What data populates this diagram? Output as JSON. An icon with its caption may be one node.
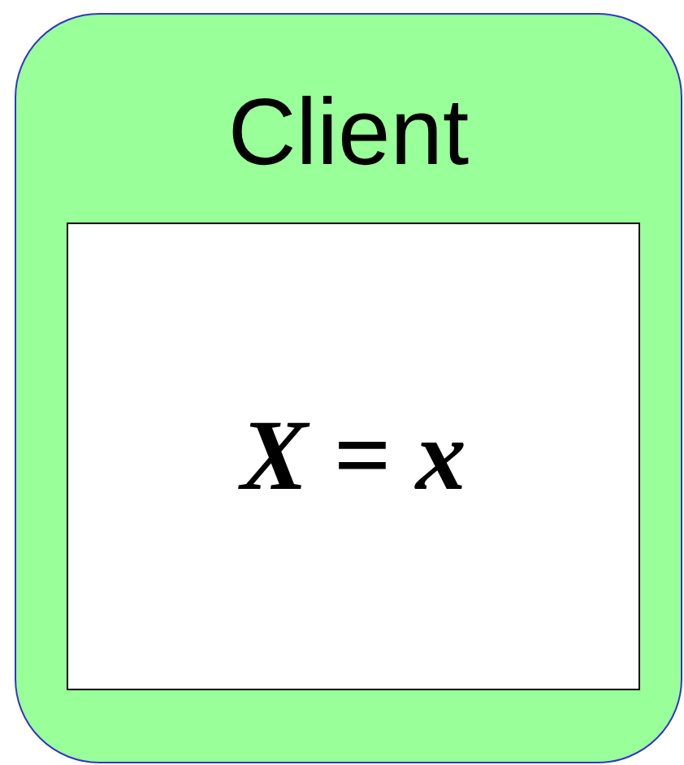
{
  "diagram": {
    "nodes": [
      {
        "text": [
          "Client"
        ]
      },
      {
        "text": [
          "X = x"
        ],
        "in": 0
      }
    ]
  }
}
